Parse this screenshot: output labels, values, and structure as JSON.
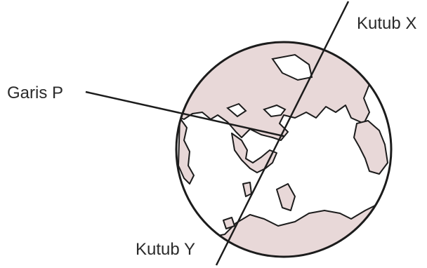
{
  "labels": {
    "north_pole": "Kutub X",
    "south_pole": "Kutub Y",
    "line": "Garis P"
  },
  "colors": {
    "land": "#e8d8d8",
    "outline": "#1c1c1c",
    "background": "#ffffff"
  }
}
